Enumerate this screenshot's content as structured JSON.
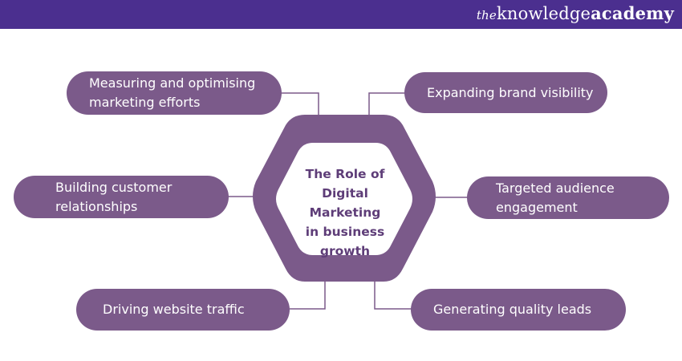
{
  "header": {
    "brand_the": "the",
    "brand_knowledge": "knowledge",
    "brand_academy": "academy"
  },
  "colors": {
    "header_bg": "#4b2f8f",
    "hexagon_fill": "#7b5a8a",
    "inner_hexagon_fill": "#ffffff",
    "pill_fill": "#7b5a8a",
    "center_text": "#5e3d78",
    "connector_line": "#7b5a8a"
  },
  "diagram": {
    "center": "The Role of\nDigital Marketing\nin business\ngrowth",
    "items": {
      "measuring": "Measuring and optimising\nmarketing efforts",
      "brand": "Expanding brand visibility",
      "customer": "Building customer\nrelationships",
      "targeted": "Targeted audience\nengagement",
      "traffic": "Driving website traffic",
      "leads": "Generating quality leads"
    }
  }
}
